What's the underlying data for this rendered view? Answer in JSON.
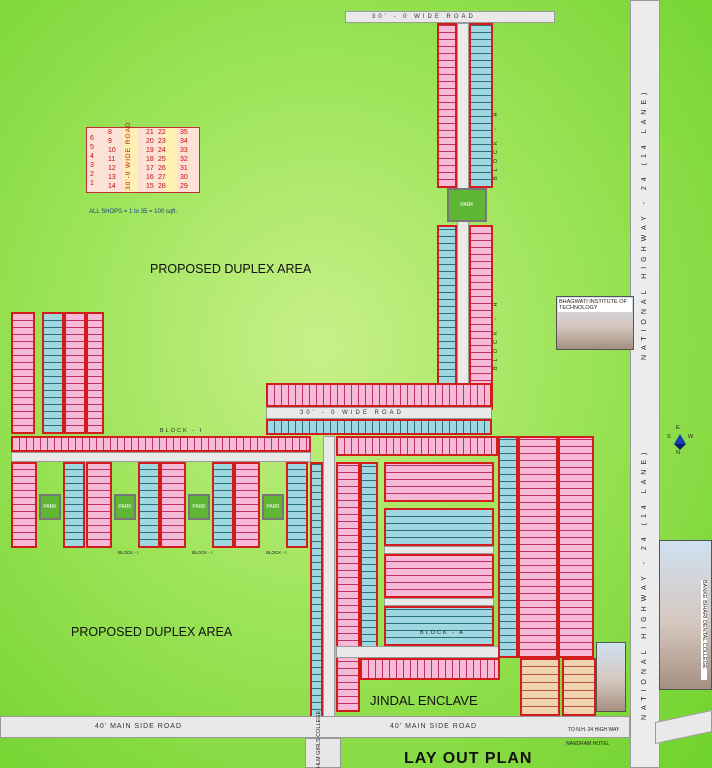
{
  "map_title": "LAY OUT PLAN",
  "areas": {
    "duplex_top": "PROPOSED DUPLEX AREA",
    "duplex_bottom": "PROPOSED DUPLEX AREA",
    "enclave": "JINDAL ENCLAVE"
  },
  "roads": {
    "top": "30' - 0      WIDE      ROAD",
    "mid": "30' - 0      WIDE      ROAD",
    "main_left": "40'   MAIN  SIDE  ROAD",
    "main_right": "40'   MAIN  SIDE  ROAD",
    "highway_upper": "NATIONAL  HIGHWAY - 24  (14 LANE)",
    "highway_lower": "NATIONAL  HIGHWAY - 24  (14 LANE)",
    "to_nh": "TO N.H. 24 HIGH WAY",
    "hotel": "NANDRAM HOTEL"
  },
  "blocks": {
    "block_i": "BLOCK - I",
    "block_h": "BLOCK - H",
    "block_a": "BLOCK - A"
  },
  "shops": {
    "note": "ALL SHOPS = 1 to 35 = 100 sqft.",
    "road_label": "30'-0 WIDE ROAD",
    "left_col": [
      "6",
      "5",
      "4",
      "3",
      "2",
      "1"
    ],
    "mid_col": [
      "8",
      "9",
      "10",
      "11",
      "12",
      "13",
      "14"
    ],
    "right_col1": [
      "21",
      "20",
      "19",
      "18",
      "17",
      "16",
      "15"
    ],
    "right_col2": [
      "22",
      "23",
      "24",
      "25",
      "26",
      "27",
      "28"
    ],
    "right_col3": [
      "35",
      "34",
      "33",
      "32",
      "31",
      "30",
      "29"
    ]
  },
  "institutes": {
    "bhagwati": "BHAGWATI INSTITUTE OF TECHNOLOGY",
    "banke": "BANKE BIHARI DENTAL COLLEGE",
    "hlm": "HLM GIRLS COLLEGE"
  },
  "compass": {
    "e": "E",
    "w": "W",
    "s": "S",
    "n": "N"
  },
  "park_label": "PARK",
  "colors": {
    "ground": "#9ee45a",
    "boundary": "#d31d1d",
    "plot_pink": "#f6b9d8",
    "plot_cyan": "#9fd8e0"
  }
}
